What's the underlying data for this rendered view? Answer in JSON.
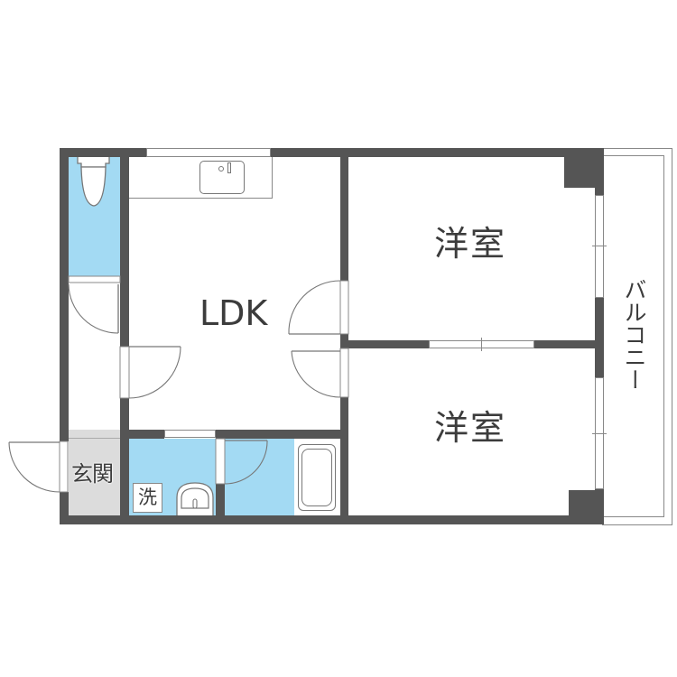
{
  "plan": {
    "rooms": {
      "ldk": {
        "label": "LDK"
      },
      "western_room_1": {
        "label": "洋室"
      },
      "western_room_2": {
        "label": "洋室"
      },
      "entrance": {
        "label": "玄関"
      },
      "washroom": {
        "label": "洗"
      },
      "balcony": {
        "label": "バルコニー"
      },
      "toilet": {
        "label": ""
      },
      "bathroom": {
        "label": ""
      }
    },
    "colors": {
      "wall": "#555555",
      "wet_area": "#a3daf3",
      "entrance_floor": "#dcdcdc",
      "text": "#3c3c3c",
      "background": "#ffffff"
    }
  }
}
